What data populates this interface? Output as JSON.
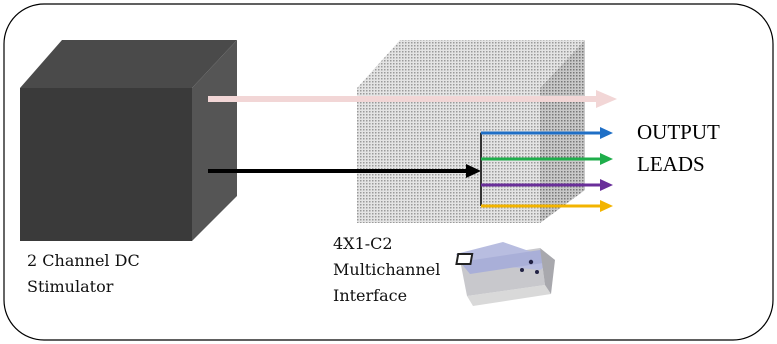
{
  "stimulator": {
    "label_line1": "2 Channel DC",
    "label_line2": "Stimulator"
  },
  "interface": {
    "label_line1": "4X1-C2",
    "label_line2": "Multichannel",
    "label_line3": "Interface"
  },
  "output": {
    "label_line1": "OUTPUT",
    "label_line2": "LEADS"
  },
  "colors": {
    "stimulator_front": "#3a3a3a",
    "stimulator_side": "#525252",
    "stimulator_top": "#4a4a4a",
    "interface_face": "#d6d6d6",
    "arrow_pink": "#f2d6d6",
    "arrow_black": "#000000",
    "lead_blue": "#1f6fc6",
    "lead_green": "#1fae4b",
    "lead_purple": "#6a2f9a",
    "lead_yellow": "#f3b400"
  },
  "icons": {
    "device": "device-photo-icon"
  }
}
